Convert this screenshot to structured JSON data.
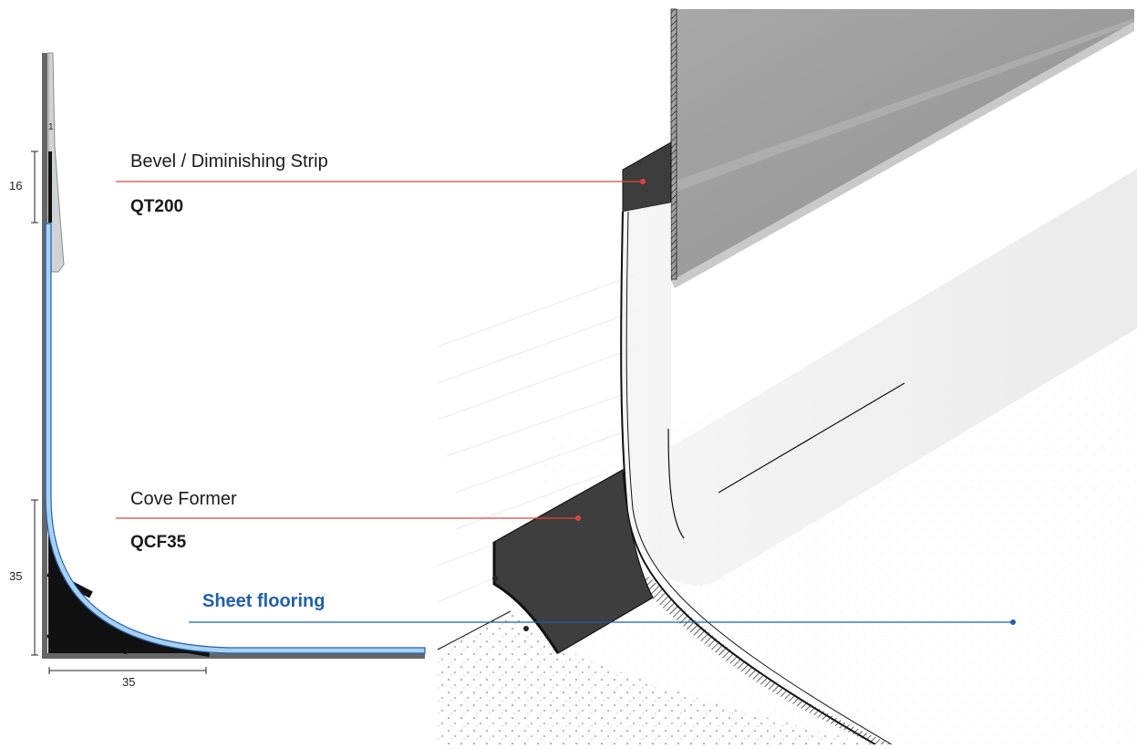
{
  "callouts": {
    "bevel": {
      "name": "Bevel / Diminishing Strip",
      "code": "QT200"
    },
    "cove": {
      "name": "Cove Former",
      "code": "QCF35"
    },
    "sheet": {
      "name": "Sheet flooring"
    }
  },
  "dimensions": {
    "strip_height": "16",
    "cove_height": "35",
    "cove_width": "35",
    "thickness": "1"
  },
  "colors": {
    "callout_line": "#e0453a",
    "sheet_line": "#1f5fae",
    "vinyl_blue": "#a9d1f0",
    "component_dark": "#3c3c3c",
    "wall_grey": "#9e9e9e"
  }
}
